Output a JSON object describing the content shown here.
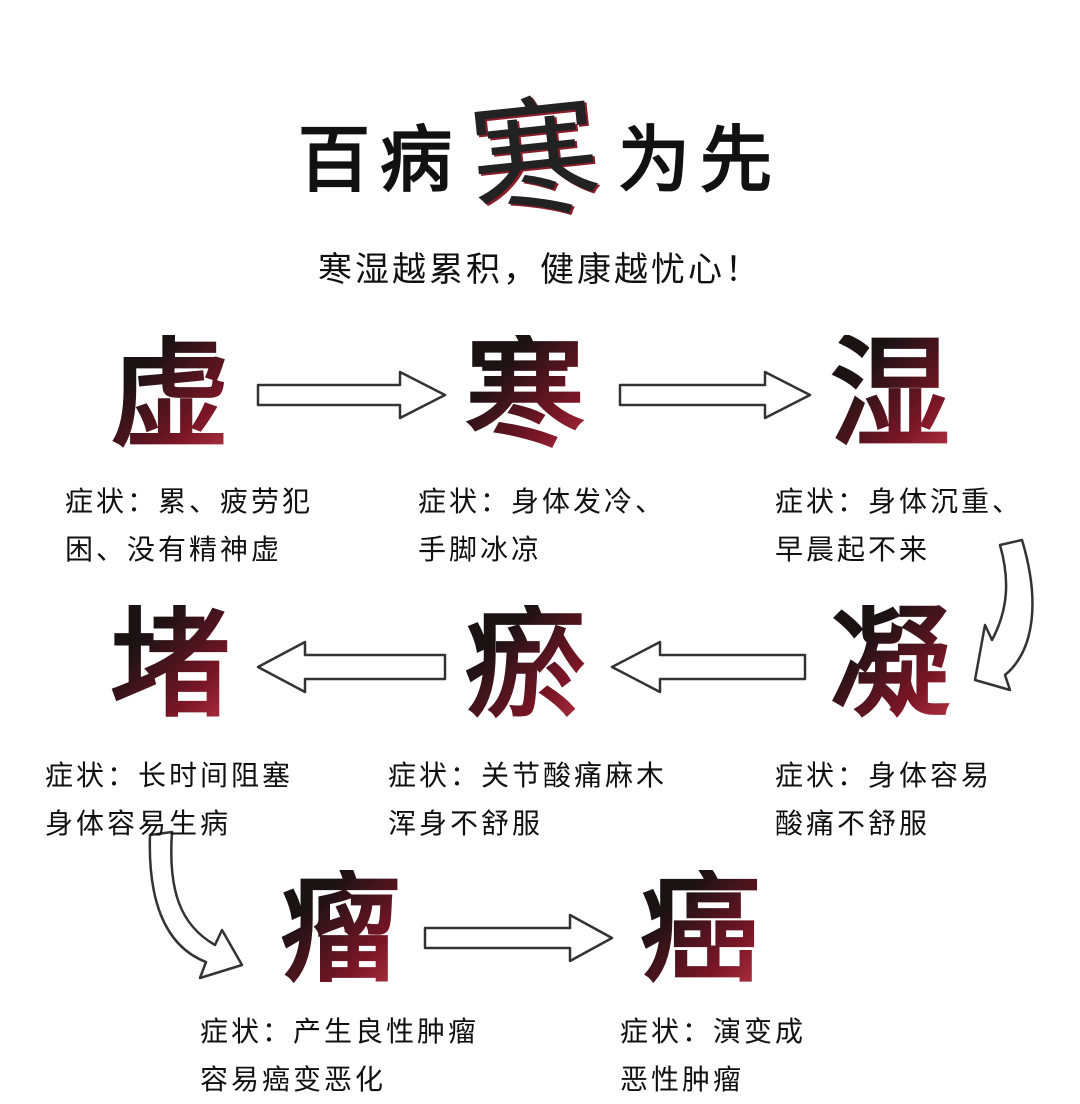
{
  "title": {
    "before": "百病",
    "highlight": "寒",
    "after": "为先"
  },
  "subtitle": "寒湿越累积，健康越忧心！",
  "stages": [
    {
      "char": "虚",
      "symptom_line1": "症状：累、疲劳犯",
      "symptom_line2": "困、没有精神虚"
    },
    {
      "char": "寒",
      "symptom_line1": "症状：身体发冷、",
      "symptom_line2": "手脚冰凉"
    },
    {
      "char": "湿",
      "symptom_line1": "症状：身体沉重、",
      "symptom_line2": "早晨起不来"
    },
    {
      "char": "凝",
      "symptom_line1": "症状：身体容易",
      "symptom_line2": "酸痛不舒服"
    },
    {
      "char": "瘀",
      "symptom_line1": "症状：关节酸痛麻木",
      "symptom_line2": "浑身不舒服"
    },
    {
      "char": "堵",
      "symptom_line1": "症状：长时间阻塞",
      "symptom_line2": "身体容易生病"
    },
    {
      "char": "瘤",
      "symptom_line1": "症状：产生良性肿瘤",
      "symptom_line2": "容易癌变恶化"
    },
    {
      "char": "癌",
      "symptom_line1": "症状：演变成",
      "symptom_line2": "恶性肿瘤"
    }
  ]
}
